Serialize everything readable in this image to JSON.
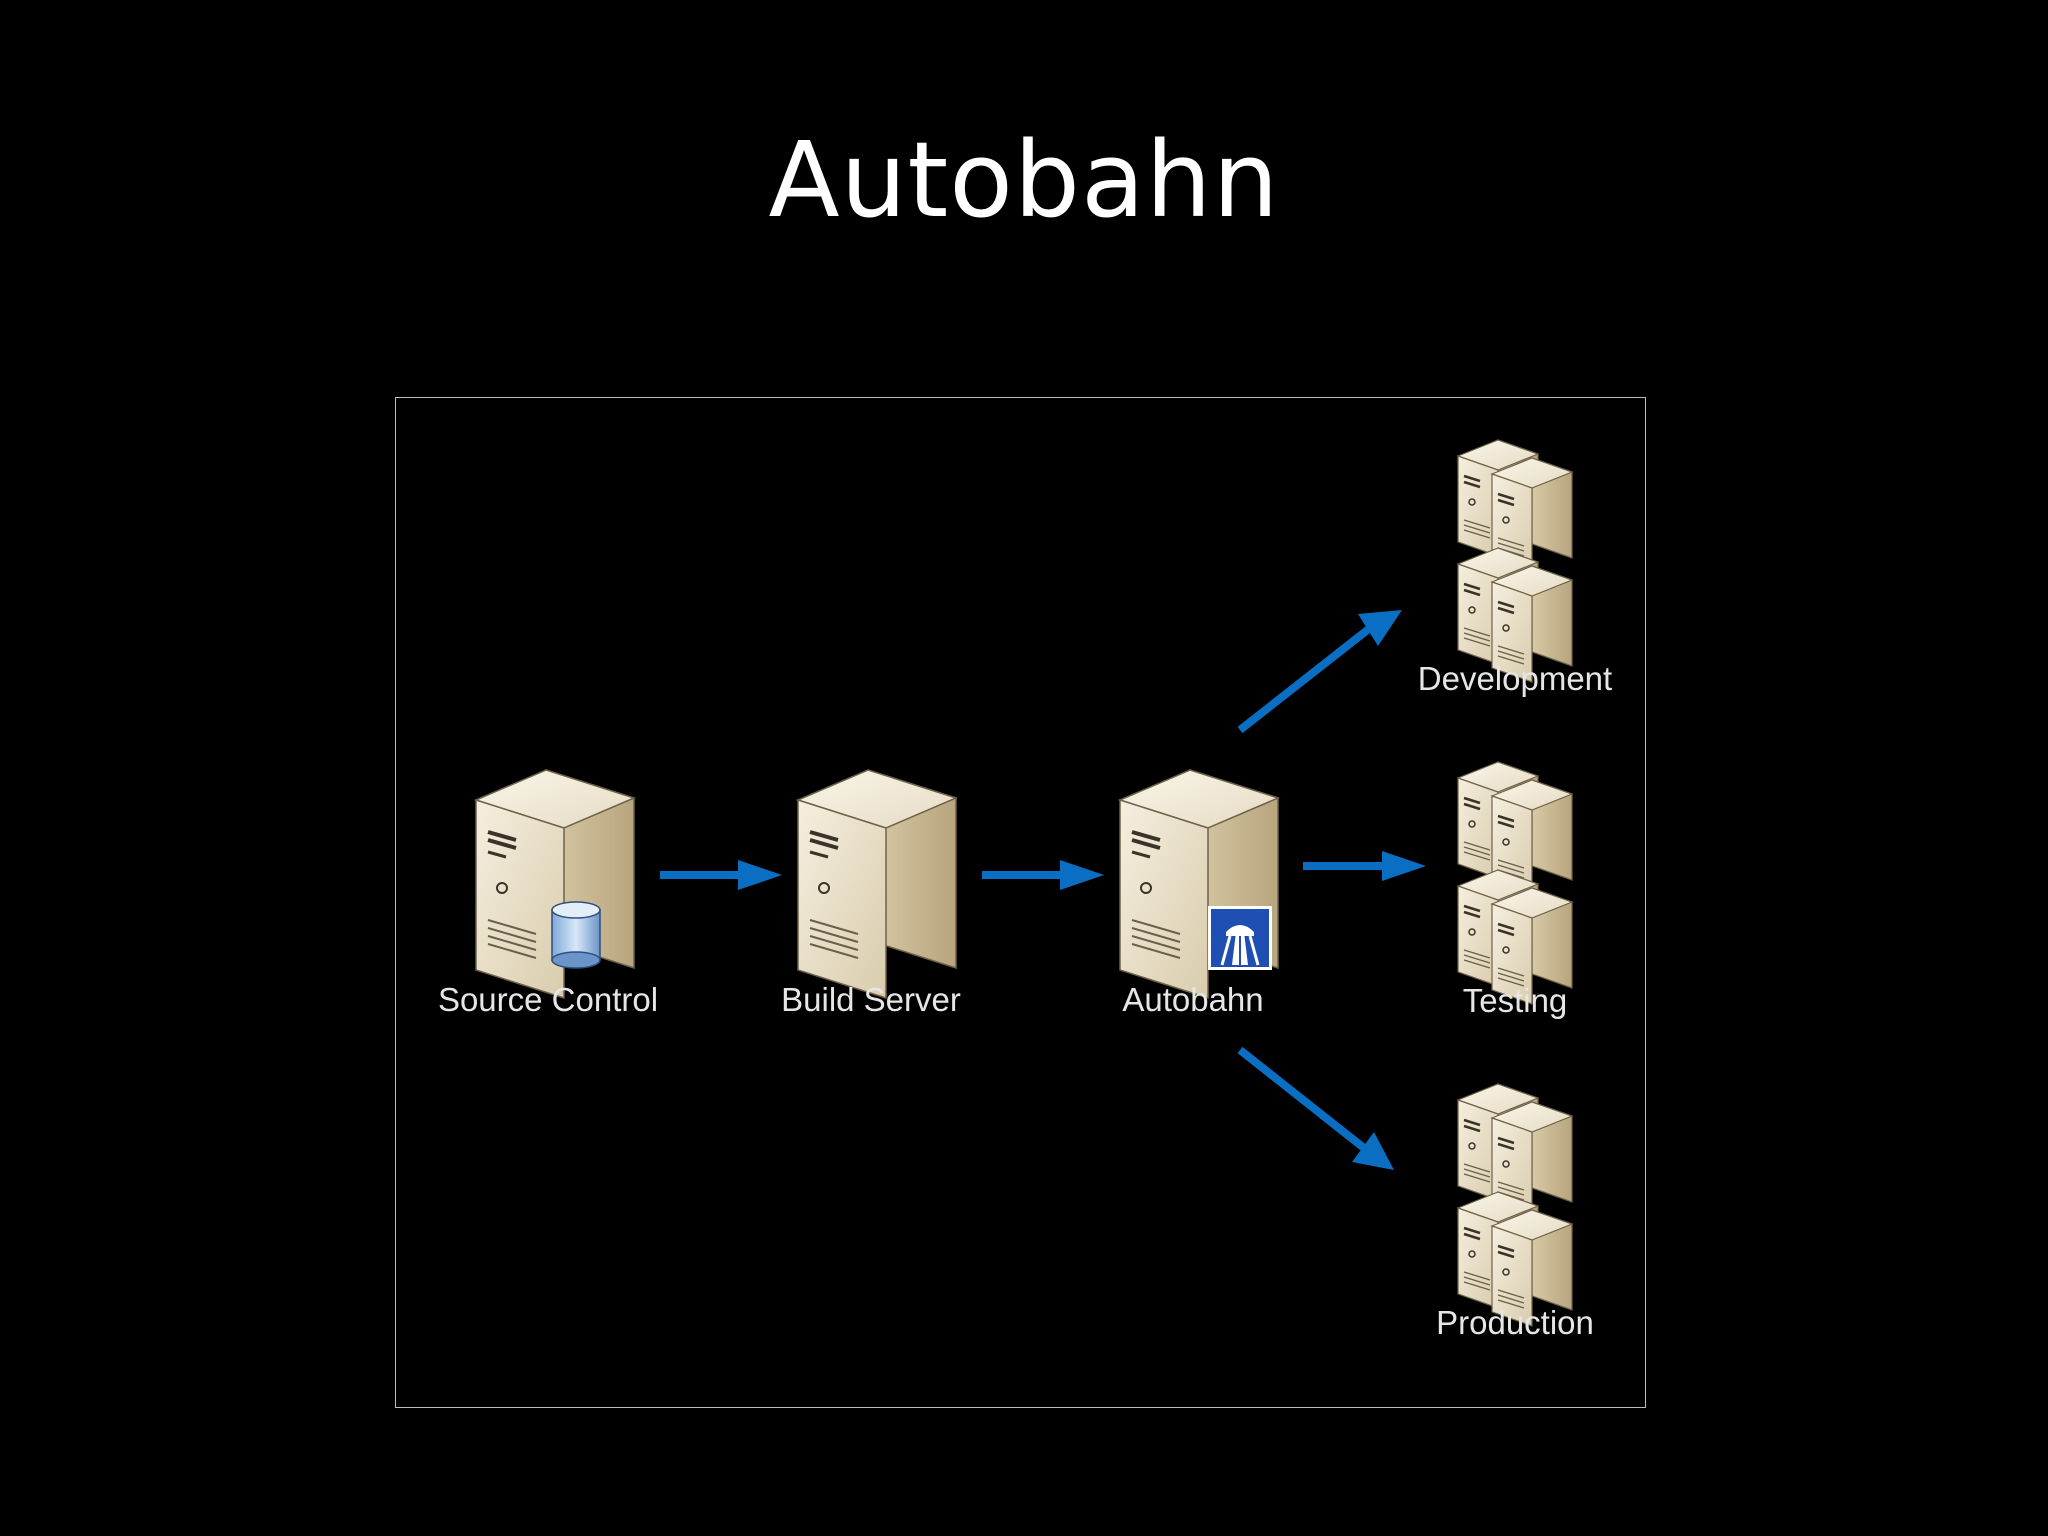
{
  "slide": {
    "title": "Autobahn"
  },
  "diagram": {
    "nodes": [
      {
        "id": "source-control",
        "label": "Source Control",
        "icon": "server-with-database-icon"
      },
      {
        "id": "build-server",
        "label": "Build Server",
        "icon": "server-icon"
      },
      {
        "id": "autobahn",
        "label": "Autobahn",
        "icon": "server-with-autobahn-sign-icon"
      },
      {
        "id": "development",
        "label": "Development",
        "icon": "server-cluster-icon"
      },
      {
        "id": "testing",
        "label": "Testing",
        "icon": "server-cluster-icon"
      },
      {
        "id": "production",
        "label": "Production",
        "icon": "server-cluster-icon"
      }
    ],
    "edges": [
      {
        "from": "source-control",
        "to": "build-server"
      },
      {
        "from": "build-server",
        "to": "autobahn"
      },
      {
        "from": "autobahn",
        "to": "development"
      },
      {
        "from": "autobahn",
        "to": "testing"
      },
      {
        "from": "autobahn",
        "to": "production"
      }
    ],
    "colors": {
      "background": "#000000",
      "arrow": "#0a6fc2",
      "server_face": "#e7dcc4",
      "autobahn_sign": "#1f4fb2"
    }
  }
}
